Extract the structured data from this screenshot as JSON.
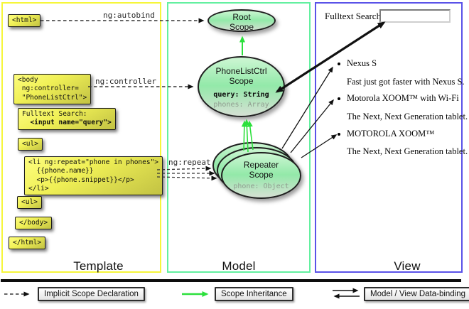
{
  "template_column": {
    "title": "Template",
    "boxes": {
      "html_open": "<html>",
      "body_open": "<body\n ng:controller=\n \"PhoneListCtrl\">",
      "fulltext_label": "Fulltext Search:",
      "fulltext_input": "  <input name=\"query\">",
      "ul_open": "<ul>",
      "li_repeat": "<li ng:repeat=\"phone in phones\">\n  {{phone.name}}\n  <p>{{phone.snippet}}</p>\n</li>",
      "ul_close": "<ul>",
      "body_close": "</body>",
      "html_close": "</html>"
    },
    "labels": {
      "autobind": "ng:autobind",
      "controller": "ng:controller",
      "repeat": "ng:repeat"
    }
  },
  "model_column": {
    "title": "Model",
    "root_scope": {
      "name": "Root\nScope"
    },
    "phonelist_scope": {
      "name": "PhoneListCtrl\nScope",
      "prop_query": "query: String",
      "prop_phones": "phones: Array"
    },
    "repeater_scope": {
      "name": "Repeater\nScope",
      "prop_phone": "phone: Object"
    }
  },
  "view_column": {
    "title": "View",
    "search_label": "Fulltext Search:",
    "search_value": "",
    "items": [
      {
        "title": "Nexus S",
        "desc": "Fast just got faster with Nexus S."
      },
      {
        "title": "Motorola XOOM™ with Wi-Fi",
        "desc": "The Next, Next Generation tablet."
      },
      {
        "title": "MOTOROLA XOOM™",
        "desc": "The Next, Next Generation tablet."
      }
    ]
  },
  "legend": {
    "implicit": "Implicit Scope Declaration",
    "inheritance": "Scope Inheritance",
    "binding": "Model / View Data-binding"
  },
  "colors": {
    "template_border": "#f6f63a",
    "model_border": "#63f0a0",
    "view_border": "#5a52e8",
    "inheritance_green": "#2ce03c",
    "arrow_black": "#111111",
    "box_yellow": "#f0f056"
  }
}
